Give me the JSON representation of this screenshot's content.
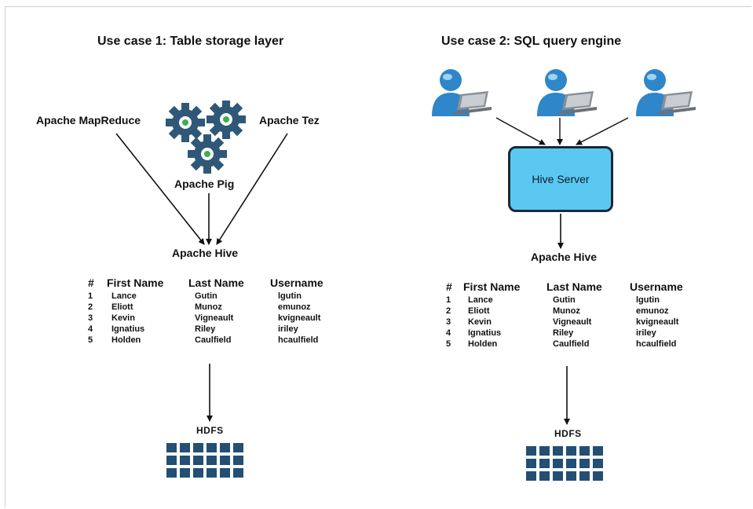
{
  "left": {
    "title": "Use case 1: Table storage layer",
    "engines": {
      "mapreduce": "Apache MapReduce",
      "tez": "Apache Tez",
      "pig": "Apache Pig"
    },
    "hive_label": "Apache Hive",
    "hdfs_label": "HDFS"
  },
  "right": {
    "title": "Use case 2: SQL query engine",
    "server_label": "Hive Server",
    "hive_label": "Apache Hive",
    "hdfs_label": "HDFS"
  },
  "table": {
    "headers": [
      "#",
      "First Name",
      "Last Name",
      "Username"
    ],
    "rows": [
      [
        "1",
        "Lance",
        "Gutin",
        "lgutin"
      ],
      [
        "2",
        "Eliott",
        "Munoz",
        "emunoz"
      ],
      [
        "3",
        "Kevin",
        "Vigneault",
        "kvigneault"
      ],
      [
        "4",
        "Ignatius",
        "Riley",
        "iriley"
      ],
      [
        "5",
        "Holden",
        "Caulfield",
        "hcaulfield"
      ]
    ]
  },
  "colors": {
    "gear": "#2f5878",
    "gear_center": "#3fae49",
    "server_fill": "#5bc8f2",
    "server_border": "#1a2a38",
    "hdfs_block": "#234f74",
    "user_body": "#2f86c8",
    "laptop": "#8a8f94"
  },
  "icons": [
    "gear-icon",
    "user-laptop-icon",
    "hdfs-grid-icon"
  ]
}
